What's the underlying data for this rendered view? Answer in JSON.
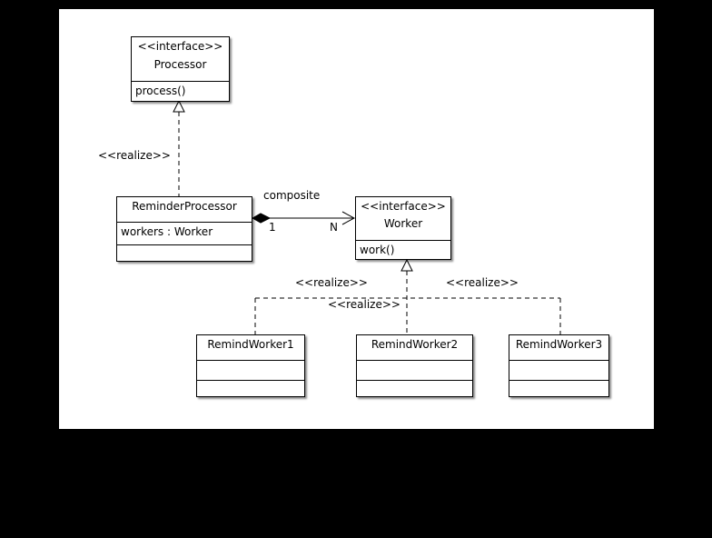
{
  "stereotype_interface": "<<interface>>",
  "stereotype_realize": "<<realize>>",
  "classes": {
    "processor": {
      "name": "Processor",
      "operation": "process()"
    },
    "reminder_processor": {
      "name": "ReminderProcessor",
      "attribute": "workers : Worker"
    },
    "worker": {
      "name": "Worker",
      "operation": "work()"
    },
    "remind_worker1": {
      "name": "RemindWorker1"
    },
    "remind_worker2": {
      "name": "RemindWorker2"
    },
    "remind_worker3": {
      "name": "RemindWorker3"
    }
  },
  "association": {
    "label": "composite",
    "source_multiplicity": "1",
    "target_multiplicity": "N"
  }
}
